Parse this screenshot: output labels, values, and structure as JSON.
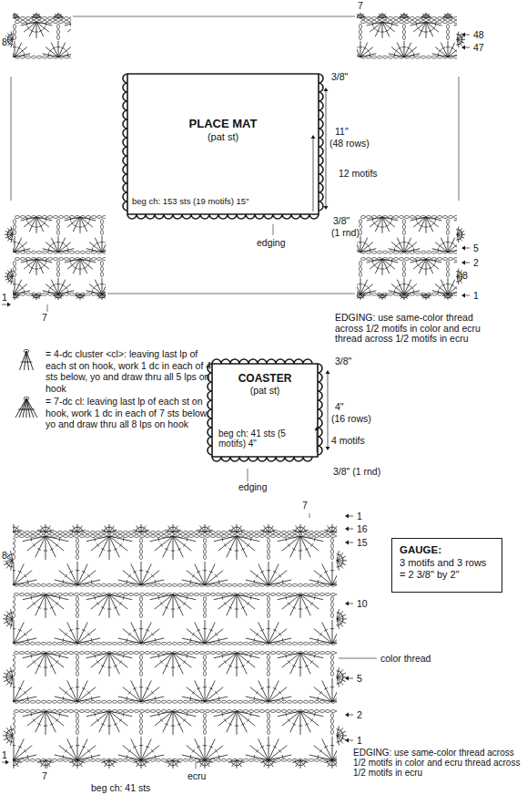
{
  "diagram": {
    "nodes": [
      {
        "text": [
          "PLACE MAT",
          "(pat st)"
        ]
      },
      {
        "text": [
          "COASTER",
          "(pat st)"
        ]
      },
      {
        "text": [
          "GAUGE:",
          "3 motifs and 3 rows = 2 3/8\" by 2\""
        ]
      }
    ],
    "labels": [
      "7",
      "8",
      "48",
      "47",
      "3/8\"",
      "11\"",
      "(48 rows)",
      "12 motifs",
      "beg ch: 153 sts (19 motifs) 15\"",
      "edging",
      "3/8\"",
      "(1 rnd)",
      "5",
      "2",
      "8",
      "1",
      "1",
      "7",
      "EDGING: use same-color thread across 1/2 motifs in color and ecru thread across 1/2 motifs in ecru",
      "3/8\"",
      "4\"",
      "(16 rows)",
      "4 motifs",
      "beg ch: 41 sts (5 motifs) 4\"",
      "edging",
      "3/8\" (1 rnd)",
      "7",
      "1",
      "16",
      "15",
      "8",
      "10",
      "color thread",
      "5",
      "2",
      "1",
      "1",
      "7",
      "ecru",
      "beg ch: 41 sts",
      "EDGING: use same-color thread across 1/2 motifs in color and ecru thread across 1/2 motifs in ecru"
    ],
    "legend": [
      {
        "text": "= 4-dc cluster <cl>: leaving last lp of each st on hook, work 1 dc in each of 4 sts below, yo and draw thru all 5 lps on hook"
      },
      {
        "text": "= 7-dc cl: leaving last lp of each st on hook, work 1 dc in each of 7 sts below, yo and draw thru all 8 lps on hook"
      }
    ]
  }
}
